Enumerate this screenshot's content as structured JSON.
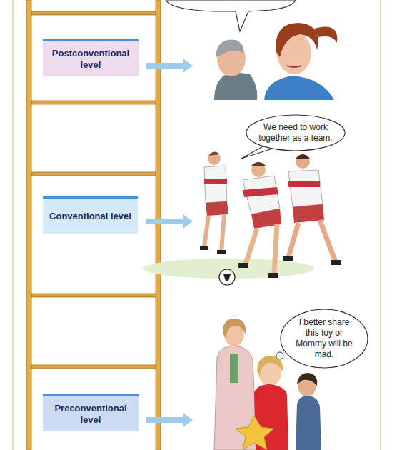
{
  "diagram": {
    "nodes": [
      {
        "text": [
          "Postconventional level"
        ]
      },
      {
        "text": [
          "Conventional level"
        ]
      },
      {
        "text": [
          "We need to work together as a team."
        ]
      },
      {
        "text": [
          "Preconventional level"
        ]
      },
      {
        "text": [
          "I better share this toy or Mommy will be mad."
        ]
      }
    ]
  }
}
